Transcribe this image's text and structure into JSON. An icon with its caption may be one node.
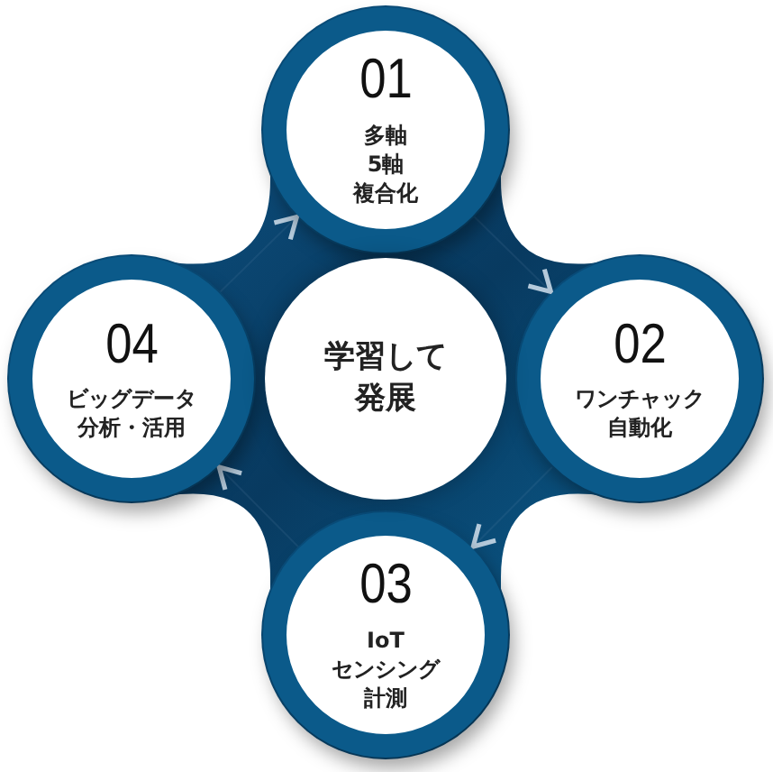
{
  "diagram": {
    "nodes": [
      {
        "text": [
          "01",
          "多軸",
          "5軸",
          "複合化"
        ]
      },
      {
        "text": [
          "02",
          "ワンチャック自動化"
        ]
      },
      {
        "text": [
          "03",
          "IoT",
          "センシング",
          "計測"
        ]
      },
      {
        "text": [
          "04",
          "ビッグデータ分析・活用"
        ]
      },
      {
        "text": [
          "学習して発展"
        ]
      }
    ],
    "edges": [
      {
        "from": 3,
        "to": 0,
        "arrow": "to"
      },
      {
        "from": 0,
        "to": 1,
        "arrow": "to"
      },
      {
        "from": 1,
        "to": 2,
        "arrow": "to"
      },
      {
        "from": 2,
        "to": 3,
        "arrow": "to"
      }
    ]
  }
}
